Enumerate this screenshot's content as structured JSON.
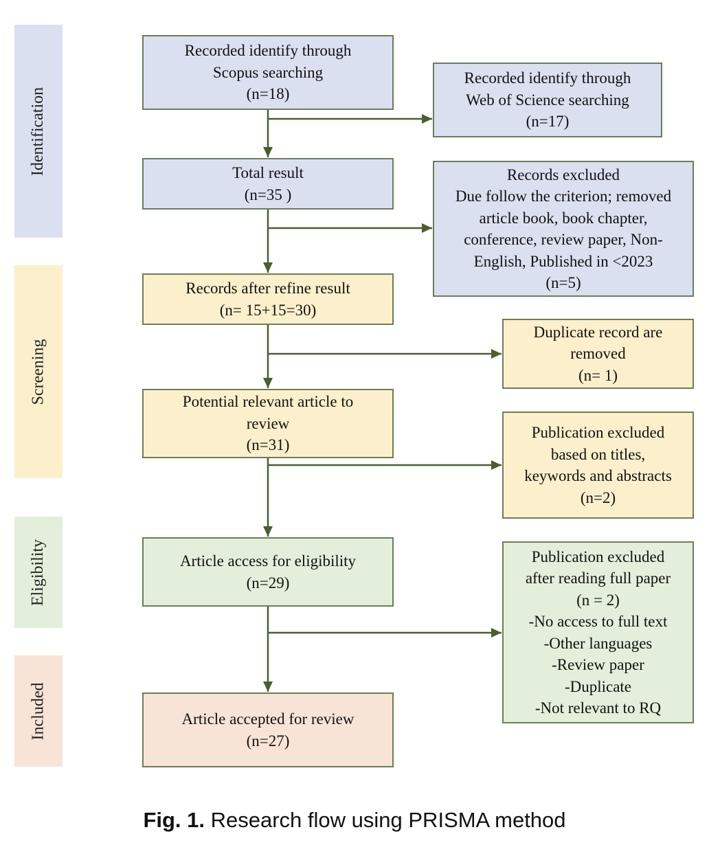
{
  "colors": {
    "identification": "#dbe0f1",
    "screening": "#fcf0cc",
    "eligibility": "#e3efda",
    "included": "#f8e4d6",
    "border": "#6b7d56",
    "arrow": "#4a5e2e"
  },
  "phases": {
    "identification": "Identification",
    "screening": "Screening",
    "eligibility": "Eligibility",
    "included": "Included"
  },
  "boxes": {
    "scopus": {
      "lines": [
        "Recorded identify through",
        "Scopus searching",
        "(n=18)"
      ]
    },
    "wos": {
      "lines": [
        "Recorded identify through",
        "Web of Science searching",
        "(n=17)"
      ]
    },
    "total": {
      "lines": [
        "Total result",
        "(n=35 )"
      ]
    },
    "records_excluded": {
      "lines": [
        "Records excluded",
        "Due follow the criterion; removed",
        "article book, book chapter,",
        "conference, review paper, Non-",
        "English, Published in <2023",
        "(n=5)"
      ]
    },
    "refine": {
      "lines": [
        "Records after refine result",
        "(n= 15+15=30)"
      ]
    },
    "duplicate": {
      "lines": [
        "Duplicate record are",
        "removed",
        "(n= 1)"
      ]
    },
    "potential": {
      "lines": [
        "Potential relevant article to",
        "review",
        "(n=31)"
      ]
    },
    "excluded_titles": {
      "lines": [
        "Publication excluded",
        "based on titles,",
        "keywords and abstracts",
        "(n=2)"
      ]
    },
    "access": {
      "lines": [
        "Article access for eligibility",
        "(n=29)"
      ]
    },
    "excluded_fullpaper": {
      "lines": [
        "Publication excluded",
        "after reading full paper",
        "(n = 2)",
        "-No access to full text",
        "-Other languages",
        "-Review paper",
        "-Duplicate",
        "-Not relevant to RQ"
      ]
    },
    "accepted": {
      "lines": [
        "Article accepted for review",
        "(n=27)"
      ]
    }
  },
  "caption": {
    "label": "Fig. 1.",
    "text": " Research flow using PRISMA method"
  }
}
